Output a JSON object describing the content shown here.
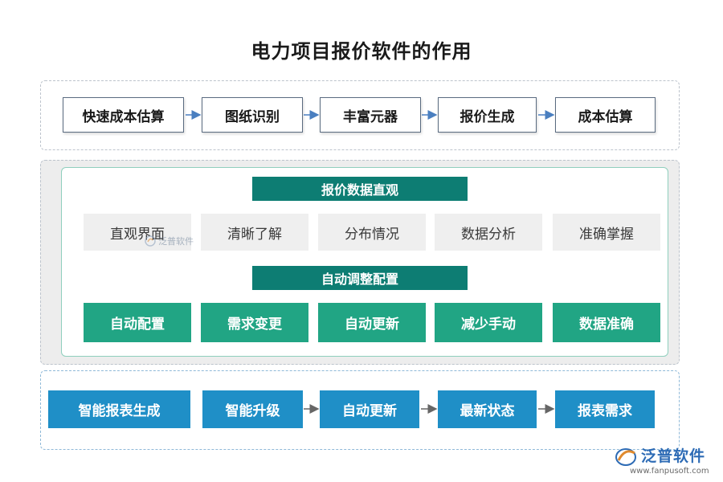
{
  "title": "电力项目报价软件的作用",
  "row1": [
    "快速成本估算",
    "图纸识别",
    "丰富元器",
    "报价生成",
    "成本估算"
  ],
  "section2": {
    "bar1": "报价数据直观",
    "grey_row": [
      "直观界面",
      "清晰了解",
      "分布情况",
      "数据分析",
      "准确掌握"
    ],
    "bar2": "自动调整配置",
    "green_row": [
      "自动配置",
      "需求变更",
      "自动更新",
      "减少手动",
      "数据准确"
    ]
  },
  "row3": [
    "智能报表生成",
    "智能升级",
    "自动更新",
    "最新状态",
    "报表需求"
  ],
  "watermark": "泛普软件",
  "logo": {
    "name": "泛普软件",
    "url": "www.fanpusoft.com"
  },
  "colors": {
    "teal_bar": "#0d7d73",
    "green_box": "#21a584",
    "blue_box": "#1f8fc7",
    "grey_box": "#efefef",
    "arrow_row1": "#4a7fc0",
    "arrow_row3": "#666666"
  }
}
